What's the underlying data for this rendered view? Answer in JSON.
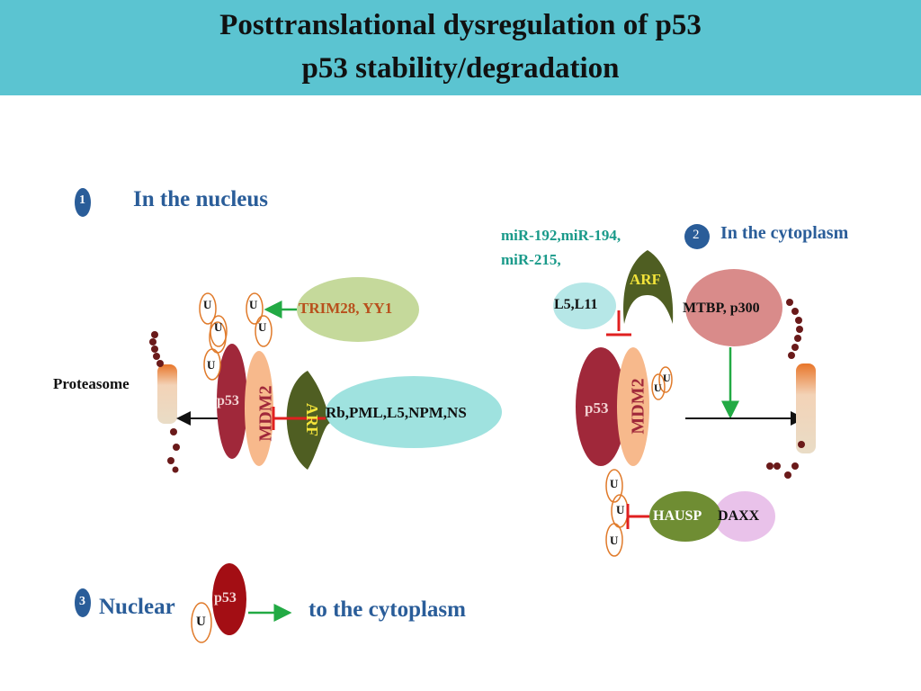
{
  "header": {
    "title_line1": "Posttranslational dysregulation of p53",
    "title_line2": "p53 stability/degradation"
  },
  "section1": {
    "number": "1",
    "title": "In the nucleus"
  },
  "section2": {
    "number": "2",
    "title": "In the cytoplasm"
  },
  "section3": {
    "number": "3",
    "title_left": "Nuclear",
    "title_right": "to the cytoplasm"
  },
  "labels": {
    "proteasome": "Proteasome",
    "p53": "p53",
    "mdm2": "MDM2",
    "arf": "ARF",
    "trim28": "TRIM28, YY1",
    "rb_group": "Rb,PML,L5,NPM,NS",
    "mirna_line1": "miR-192,miR-194,",
    "mirna_line2": "miR-215,",
    "l5l11": "L5,L11",
    "mtbp": "MTBP, p300",
    "hausp": "HAUSP",
    "daxx": "DAXX",
    "ubiquitin": "U"
  },
  "colors": {
    "header_bg": "#5bc4d1",
    "p53": "#a0283a",
    "mdm2": "#f7b98c",
    "arf": "#4f5e22",
    "arf_text": "#f2e33a",
    "trim28_bg": "#c5d99b",
    "trim28_text": "#b8501c",
    "rb_bg": "#9fe2df",
    "mirna_text": "#1a9a8a",
    "mtbp_bg": "#d98b8a",
    "hausp_bg": "#6f8d33",
    "daxx_bg": "#e9c2ea",
    "section_blue": "#2a5d99",
    "ubiquitin_ring": "#e07a2a",
    "activation_arrow": "#22aa44",
    "inhibition": "#e02020"
  }
}
